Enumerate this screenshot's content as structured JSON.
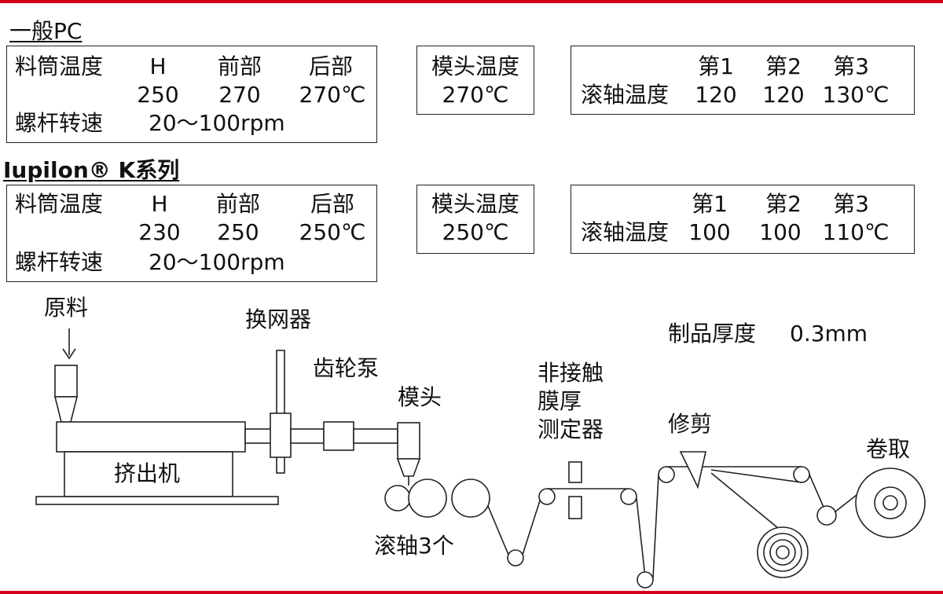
{
  "sections": [
    {
      "title": "一般PC",
      "cylinder": {
        "label": "料筒温度",
        "cols": [
          "H",
          "前部",
          "后部"
        ],
        "vals": [
          "250",
          "270",
          "270℃"
        ]
      },
      "screw": {
        "label": "螺杆转速",
        "value": "20～100rpm"
      },
      "die": {
        "label": "模头温度",
        "value": "270℃"
      },
      "roll": {
        "label": "滚轴温度",
        "cols": [
          "第1",
          "第2",
          "第3"
        ],
        "vals": [
          "120",
          "120",
          "130℃"
        ]
      }
    },
    {
      "title": "Iupilon® K系列",
      "cylinder": {
        "label": "料筒温度",
        "cols": [
          "H",
          "前部",
          "后部"
        ],
        "vals": [
          "230",
          "250",
          "250℃"
        ]
      },
      "screw": {
        "label": "螺杆转速",
        "value": "20～100rpm"
      },
      "die": {
        "label": "模头温度",
        "value": "250℃"
      },
      "roll": {
        "label": "滚轴温度",
        "cols": [
          "第1",
          "第2",
          "第3"
        ],
        "vals": [
          "100",
          "100",
          "110℃"
        ]
      }
    }
  ],
  "diagram": {
    "raw_material": "原料",
    "screen_changer": "换网器",
    "gear_pump": "齿轮泵",
    "die": "模头",
    "extruder": "挤出机",
    "rolls": "滚轴3个",
    "gauge_lines": [
      "非接触",
      "膜厚",
      "测定器"
    ],
    "trimming": "修剪",
    "winding": "卷取",
    "thickness_label": "制品厚度",
    "thickness_value": "0.3mm"
  },
  "colors": {
    "accent_line": "#d4001c",
    "stroke": "#222222"
  }
}
